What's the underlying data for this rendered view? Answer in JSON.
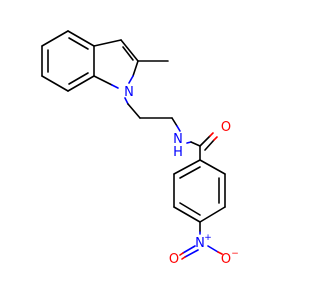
{
  "atoms": {
    "n_indole": "N",
    "n_amide": "N",
    "h_amide": "H",
    "o_carbonyl": "O",
    "n_nitro": "N",
    "n_nitro_charge": "+",
    "o_nitro_left": "O",
    "o_nitro_right": "O",
    "o_nitro_right_charge": "−"
  },
  "colors": {
    "bond": "#000000",
    "nitrogen": "#0000ff",
    "oxygen": "#ff0000"
  }
}
